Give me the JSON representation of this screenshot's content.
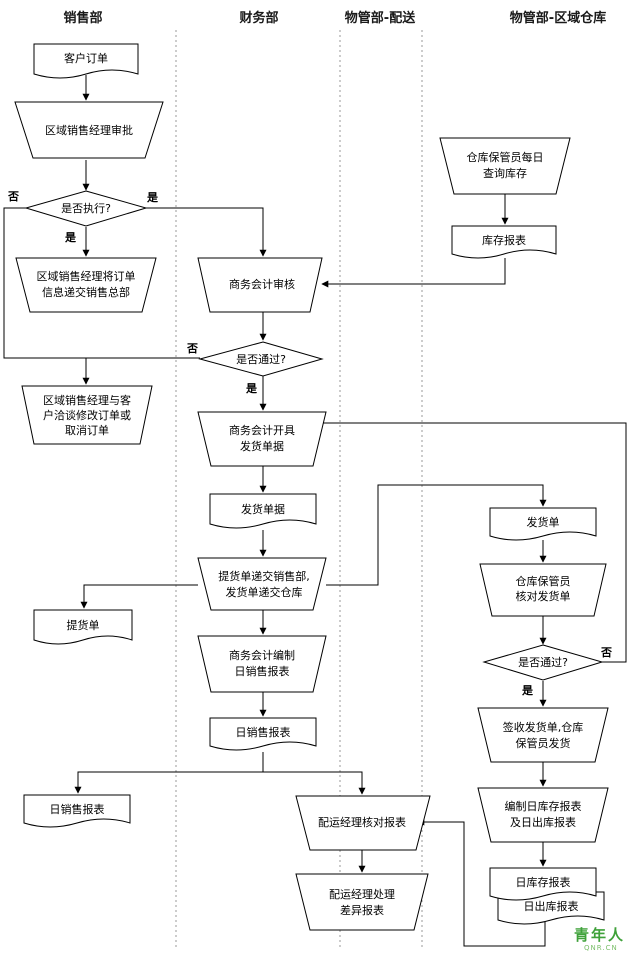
{
  "lanes": [
    "销售部",
    "财务部",
    "物管部-配送",
    "物管部-区域仓库"
  ],
  "nodes": {
    "customer_order": "客户订单",
    "regional_mgr_approve": "区域销售经理审批",
    "execute_decision": "是否执行?",
    "mgr_submit": [
      "区域销售经理将订单",
      "信息递交销售总部"
    ],
    "renegotiate": [
      "区域销售经理与客",
      "户洽谈修改订单或",
      "取消订单"
    ],
    "pickup_slip": "提货单",
    "daily_sales_report_sales": "日销售报表",
    "accounting_review": "商务会计审核",
    "pass_decision_fin": "是否通过?",
    "issue_docs": [
      "商务会计开具",
      "发货单据"
    ],
    "shipping_docs": "发货单据",
    "deliver_docs": [
      "提货单递交销售部,",
      "发货单递交仓库"
    ],
    "compile_sales_report": [
      "商务会计编制",
      "日销售报表"
    ],
    "daily_sales_report": "日销售报表",
    "dispatch_check": "配运经理核对报表",
    "dispatch_diff": [
      "配运经理处理",
      "差异报表"
    ],
    "keeper_check_stock": [
      "仓库保管员每日",
      "查询库存"
    ],
    "stock_report": "库存报表",
    "delivery_note": "发货单",
    "keeper_verify": [
      "仓库保管员",
      "核对发货单"
    ],
    "pass_decision_wh": "是否通过?",
    "sign_ship": [
      "签收发货单,仓库",
      "保管员发货"
    ],
    "compile_stock": [
      "编制日库存报表",
      "及日出库报表"
    ],
    "daily_stock_report": "日库存报表",
    "daily_out_report": "日出库报表"
  },
  "edge_labels": {
    "no1": "否",
    "yes1": "是",
    "yes2": "是",
    "no2": "否",
    "yes3": "是",
    "no3": "否",
    "yes4": "是"
  },
  "watermark": {
    "text": "青年人",
    "sub": "QNR.CN"
  }
}
